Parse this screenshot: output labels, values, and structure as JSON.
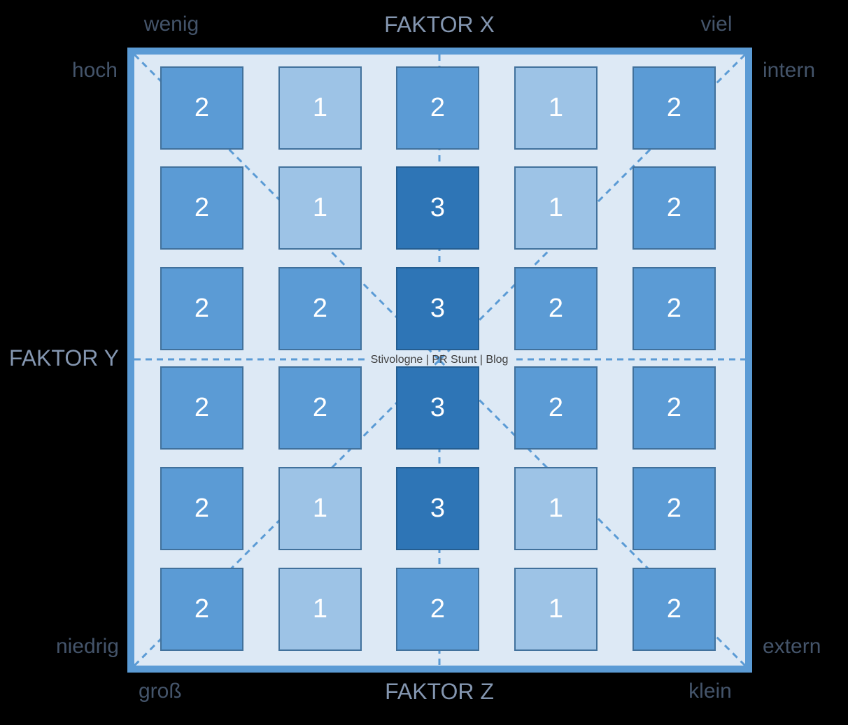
{
  "watermark": "Stivologne | PR Stunt | Blog",
  "axes": {
    "x": {
      "title": "FAKTOR X",
      "min_label": "wenig",
      "max_label": "viel"
    },
    "y": {
      "title": "FAKTOR Y",
      "max_label": "hoch",
      "min_label": "niedrig"
    },
    "z": {
      "title": "FAKTOR Z",
      "min_label": "groß",
      "max_label": "klein"
    },
    "diagonal": {
      "top_right": "intern",
      "bottom_right": "extern"
    }
  },
  "matrix": {
    "columns": 5,
    "rows_count": 6,
    "rows": [
      {
        "cells": [
          {
            "value": "2",
            "shade": "mid"
          },
          {
            "value": "1",
            "shade": "light"
          },
          {
            "value": "2",
            "shade": "mid"
          },
          {
            "value": "1",
            "shade": "light"
          },
          {
            "value": "2",
            "shade": "mid"
          }
        ]
      },
      {
        "cells": [
          {
            "value": "2",
            "shade": "mid"
          },
          {
            "value": "1",
            "shade": "light"
          },
          {
            "value": "3",
            "shade": "dark"
          },
          {
            "value": "1",
            "shade": "light"
          },
          {
            "value": "2",
            "shade": "mid"
          }
        ]
      },
      {
        "cells": [
          {
            "value": "2",
            "shade": "mid"
          },
          {
            "value": "2",
            "shade": "mid"
          },
          {
            "value": "3",
            "shade": "dark"
          },
          {
            "value": "2",
            "shade": "mid"
          },
          {
            "value": "2",
            "shade": "mid"
          }
        ]
      },
      {
        "cells": [
          {
            "value": "2",
            "shade": "mid"
          },
          {
            "value": "2",
            "shade": "mid"
          },
          {
            "value": "3",
            "shade": "dark"
          },
          {
            "value": "2",
            "shade": "mid"
          },
          {
            "value": "2",
            "shade": "mid"
          }
        ]
      },
      {
        "cells": [
          {
            "value": "2",
            "shade": "mid"
          },
          {
            "value": "1",
            "shade": "light"
          },
          {
            "value": "3",
            "shade": "dark"
          },
          {
            "value": "1",
            "shade": "light"
          },
          {
            "value": "2",
            "shade": "mid"
          }
        ]
      },
      {
        "cells": [
          {
            "value": "2",
            "shade": "mid"
          },
          {
            "value": "1",
            "shade": "light"
          },
          {
            "value": "2",
            "shade": "mid"
          },
          {
            "value": "1",
            "shade": "light"
          },
          {
            "value": "2",
            "shade": "mid"
          }
        ]
      }
    ]
  },
  "colors": {
    "page_background": "#000000",
    "frame_border": "#5b9bd5",
    "frame_background": "#dde9f5",
    "cell_light": "#9dc3e6",
    "cell_mid": "#5b9bd5",
    "cell_dark": "#2e75b6",
    "cell_border": "#41719c",
    "cell_dark_border": "#255e91",
    "guide_line": "#5b9bd5",
    "corner_label": "#44546a",
    "axis_label": "#8496b0",
    "watermark_text": "#404040",
    "cell_text": "#ffffff"
  }
}
